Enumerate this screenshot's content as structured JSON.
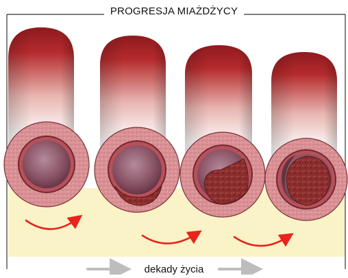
{
  "diagram": {
    "title": "PROGRESJA MIAŻDŻYCY",
    "footer_label": "dekady życia",
    "colors": {
      "frame": "#333333",
      "background_fill": "#fbf3c8",
      "artery_dark": "#a11e22",
      "artery_light": "#ffffff",
      "wall": "#d98f92",
      "lumen": "#8a5566",
      "plaque": "#8b2d2d",
      "arrow_red": "#e8241c",
      "arrow_gray": "#bdbdbd"
    },
    "stages": [
      {
        "name": "stage-1",
        "plaque_level": 0.0
      },
      {
        "name": "stage-2",
        "plaque_level": 0.25
      },
      {
        "name": "stage-3",
        "plaque_level": 0.55
      },
      {
        "name": "stage-4",
        "plaque_level": 0.85
      }
    ]
  }
}
